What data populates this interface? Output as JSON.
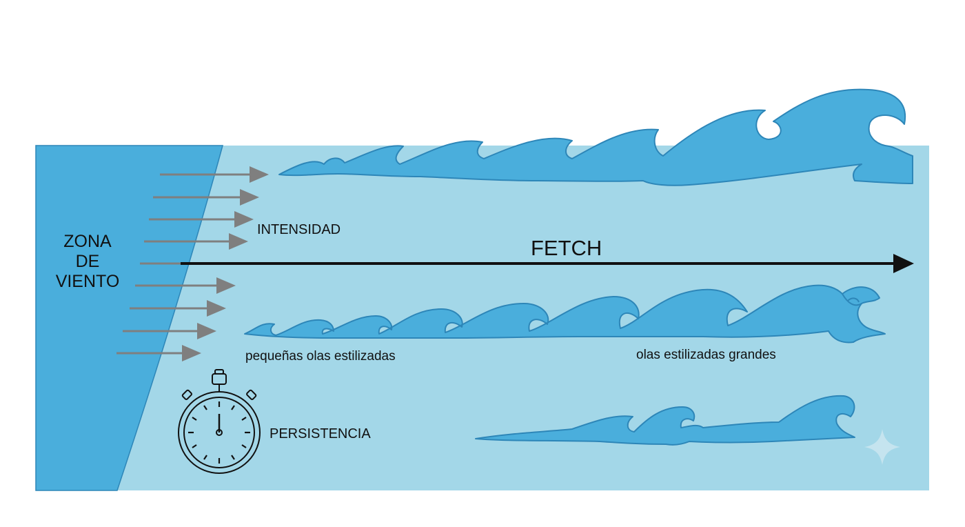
{
  "diagram": {
    "wind_zone_label": [
      "ZONA",
      "DE",
      "VIENTO"
    ],
    "intensity_label": "INTENSIDAD",
    "fetch_label": "FETCH",
    "small_waves_label": "pequeñas olas estilizadas",
    "large_waves_label": "olas estilizadas grandes",
    "persistence_label": "PERSISTENCIA",
    "wind_arrow_count": 9,
    "icons": [
      "stopwatch-icon",
      "sparkle-icon"
    ]
  },
  "colors": {
    "sea": "#a3d7e8",
    "wind_zone": "#4aaedc",
    "wave_fill": "#4aaedc",
    "wave_stroke": "#2d86b8",
    "wind_arrow": "#7f7f7f",
    "fetch_arrow": "#111111"
  }
}
